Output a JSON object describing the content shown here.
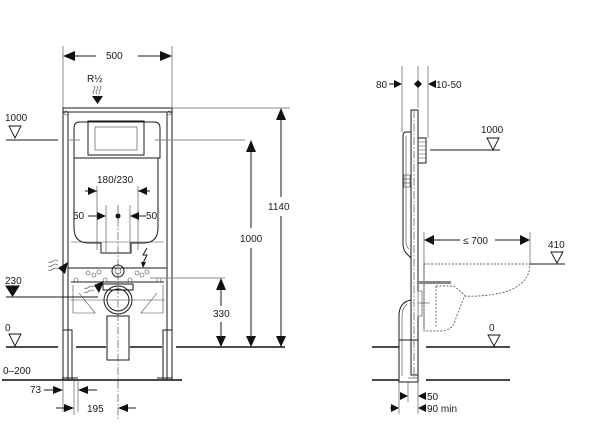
{
  "front_view": {
    "width_top": "500",
    "pipe_thread": "R½",
    "level_1000": "1000",
    "flush_spacing": "180/230",
    "offset_left": "50",
    "offset_right": "50",
    "level_230": "230",
    "level_0": "0",
    "floor_range": "0–200",
    "foot_width": "73",
    "foot_center": "195",
    "height_1140": "1140",
    "height_1000": "1000",
    "height_330": "330"
  },
  "side_view": {
    "depth_80": "80",
    "wall_range": "10-50",
    "level_1000": "1000",
    "bowl_projection": "≤ 700",
    "seat_height": "410",
    "level_0": "0",
    "foot_50": "50",
    "foot_min": "90 min"
  },
  "colors": {
    "line": "#1a1a1a",
    "grey_line": "#8a8a8a",
    "background": "#ffffff"
  }
}
